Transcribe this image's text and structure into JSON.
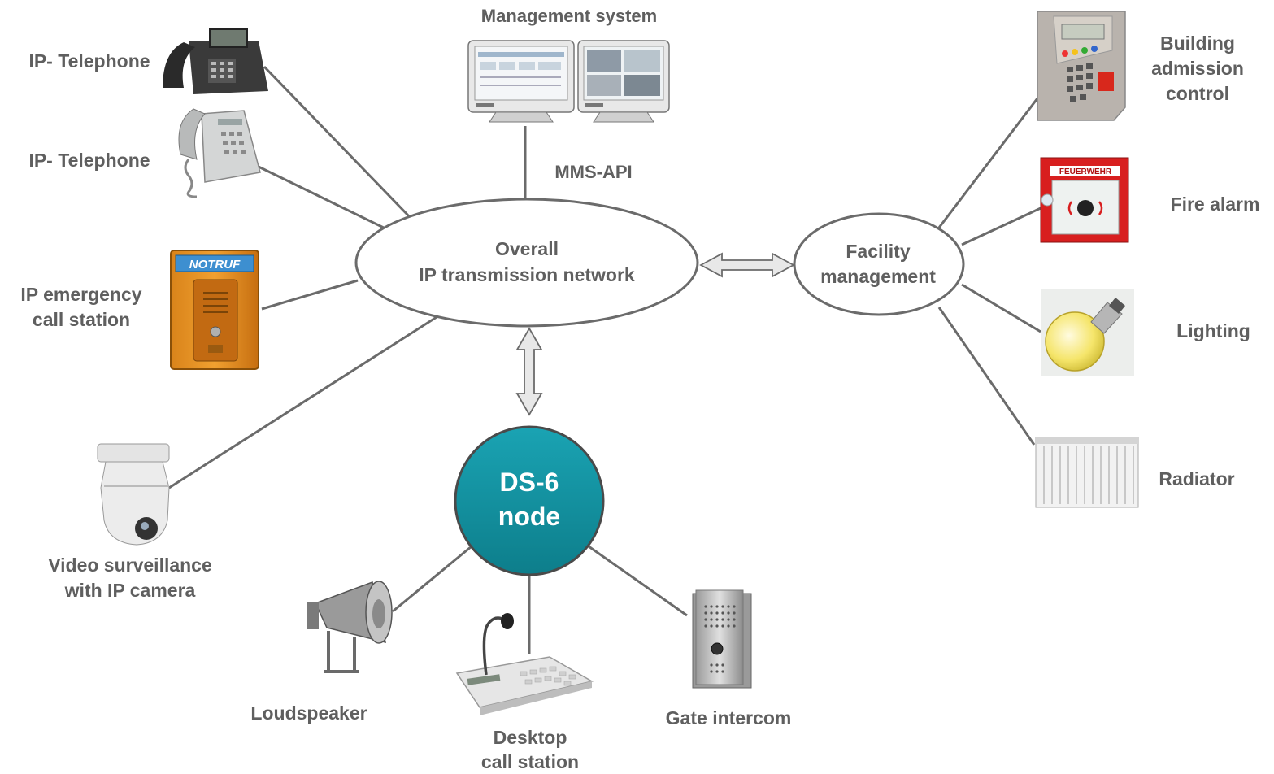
{
  "title": "Management system",
  "api_label": "MMS-API",
  "colors": {
    "line": "#6b6b6b",
    "text": "#5f5f5f",
    "ds6_fill": "#12909f",
    "ds6_text": "#ffffff",
    "arrow_fill": "#e8e8e8"
  },
  "network": {
    "line1": "Overall",
    "line2": "IP transmission network"
  },
  "facility": {
    "line1": "Facility",
    "line2": "management"
  },
  "ds6": {
    "line1": "DS-6",
    "line2": "node"
  },
  "devices": {
    "ip_phone_1": {
      "label": "IP- Telephone",
      "icon": "desk-phone-icon"
    },
    "ip_phone_2": {
      "label": "IP- Telephone",
      "icon": "desk-phone-icon"
    },
    "emergency": {
      "line1": "IP emergency",
      "line2": "call station",
      "icon": "emergency-call-box-icon",
      "sign": "NOTRUF"
    },
    "camera": {
      "line1": "Video surveillance",
      "line2": "with IP camera",
      "icon": "dome-camera-icon"
    },
    "loudspeaker": {
      "label": "Loudspeaker",
      "icon": "horn-speaker-icon"
    },
    "desktop": {
      "line1": "Desktop",
      "line2": "call station",
      "icon": "desk-microphone-icon"
    },
    "gate": {
      "label": "Gate intercom",
      "icon": "intercom-panel-icon"
    },
    "admission": {
      "line1": "Building",
      "line2": "admission",
      "line3": "control",
      "icon": "keypad-terminal-icon"
    },
    "fire": {
      "label": "Fire alarm",
      "icon": "fire-alarm-icon",
      "sign": "FEUERWEHR"
    },
    "lighting": {
      "label": "Lighting",
      "icon": "light-bulb-icon"
    },
    "radiator": {
      "label": "Radiator",
      "icon": "radiator-icon"
    },
    "monitors": {
      "icon": "monitor-icon"
    }
  }
}
